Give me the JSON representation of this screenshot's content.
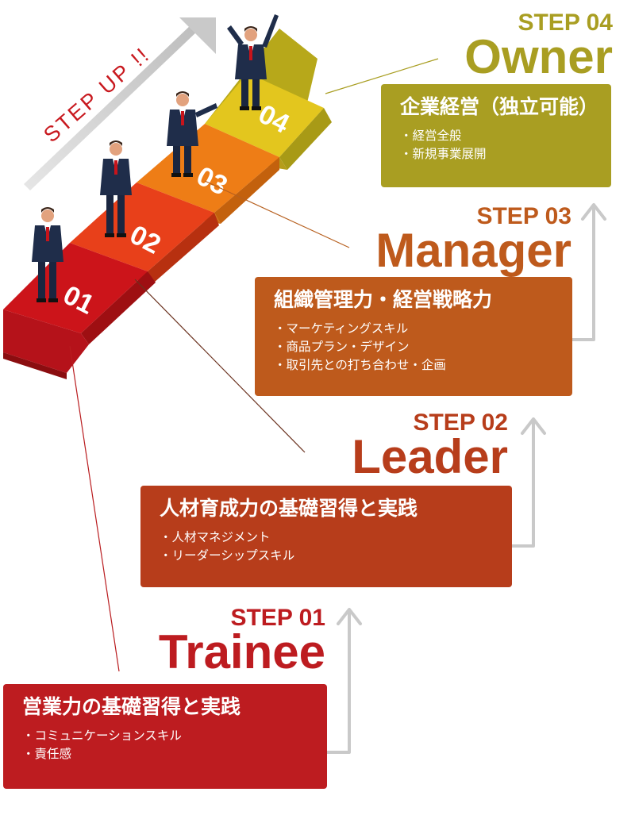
{
  "banner": {
    "text": "STEP UP !!"
  },
  "stairs": [
    {
      "number": "01",
      "color": "#cc141a"
    },
    {
      "number": "02",
      "color": "#e8401a"
    },
    {
      "number": "03",
      "color": "#ee7d16"
    },
    {
      "number": "04",
      "color": "#e3c61e"
    }
  ],
  "steps": [
    {
      "label": "STEP 04",
      "title": "Owner",
      "color": "#a99e22",
      "card": {
        "heading": "企業経営（独立可能）",
        "items": [
          "経営全般",
          "新規事業展開"
        ]
      }
    },
    {
      "label": "STEP 03",
      "title": "Manager",
      "color": "#be5a1c",
      "card": {
        "heading": "組織管理力・経営戦略力",
        "items": [
          "マーケティングスキル",
          "商品プラン・デザイン",
          "取引先との打ち合わせ・企画"
        ]
      }
    },
    {
      "label": "STEP 02",
      "title": "Leader",
      "color": "#b73d1b",
      "card": {
        "heading": "人材育成力の基礎習得と実践",
        "items": [
          "人材マネジメント",
          "リーダーシップスキル"
        ]
      }
    },
    {
      "label": "STEP 01",
      "title": "Trainee",
      "color": "#bd1c20",
      "card": {
        "heading": "営業力の基礎習得と実践",
        "items": [
          "コミュニケーションスキル",
          "責任感"
        ]
      }
    }
  ]
}
